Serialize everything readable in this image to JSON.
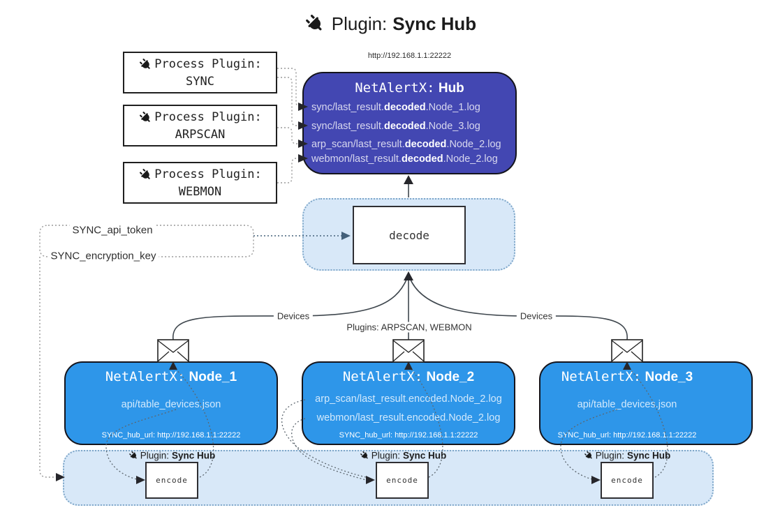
{
  "title": {
    "prefix": "Plugin:",
    "name": "Sync Hub"
  },
  "hub": {
    "url": "http://192.168.1.1:22222",
    "name_prefix": "NetAlertX:",
    "name": "Hub",
    "logs": [
      {
        "pre": "sync/last_result.",
        "mid": "decoded",
        "post": ".Node_1.log"
      },
      {
        "pre": "sync/last_result.",
        "mid": "decoded",
        "post": ".Node_3.log"
      },
      {
        "pre": "arp_scan/last_result.",
        "mid": "decoded",
        "post": ".Node_2.log"
      },
      {
        "pre": "webmon/last_result.",
        "mid": "decoded",
        "post": ".Node_2.log"
      }
    ]
  },
  "process_plugins": [
    {
      "label": "Process Plugin:",
      "name": "SYNC"
    },
    {
      "label": "Process Plugin:",
      "name": "ARPSCAN"
    },
    {
      "label": "Process Plugin:",
      "name": "WEBMON"
    }
  ],
  "settings": {
    "api_token": "SYNC_api_token",
    "encryption_key": "SYNC_encryption_key"
  },
  "decode": {
    "label": "decode"
  },
  "edge_labels": {
    "devices_left": "Devices",
    "devices_right": "Devices",
    "plugins": "Plugins: ARPSCAN, WEBMON"
  },
  "nodes": [
    {
      "name_prefix": "NetAlertX:",
      "name": "Node_1",
      "files": [
        "api/table_devices.json"
      ],
      "hub_url": "SYNC_hub_url: http://192.168.1.1:22222"
    },
    {
      "name_prefix": "NetAlertX:",
      "name": "Node_2",
      "files": [
        "arp_scan/last_result.encoded.Node_2.log",
        "webmon/last_result.encoded.Node_2.log"
      ],
      "hub_url": "SYNC_hub_url: http://192.168.1.1:22222"
    },
    {
      "name_prefix": "NetAlertX:",
      "name": "Node_3",
      "files": [
        "api/table_devices.json"
      ],
      "hub_url": "SYNC_hub_url: http://192.168.1.1:22222"
    }
  ],
  "encoders": [
    {
      "plugin_prefix": "Plugin:",
      "plugin_name": "Sync Hub",
      "label": "encode"
    },
    {
      "plugin_prefix": "Plugin:",
      "plugin_name": "Sync Hub",
      "label": "encode"
    },
    {
      "plugin_prefix": "Plugin:",
      "plugin_name": "Sync Hub",
      "label": "encode"
    }
  ],
  "colors": {
    "hub": "#4347b2",
    "node": "#2e96e9",
    "panel": "#d8e8f8",
    "panel_border": "#7fa7c9"
  }
}
